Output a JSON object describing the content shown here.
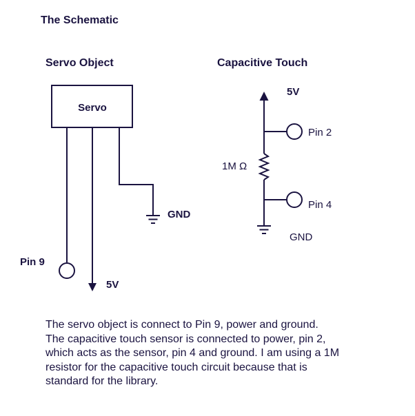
{
  "title": "The Schematic",
  "servo_section": {
    "heading": "Servo Object",
    "box_label": "Servo",
    "gnd_label": "GND",
    "pin_label": "Pin 9",
    "power_label": "5V"
  },
  "touch_section": {
    "heading": "Capacitive Touch",
    "power_label": "5V",
    "pin_top_label": "Pin 2",
    "resistor_label": "1M Ω",
    "pin_bottom_label": "Pin 4",
    "gnd_label": "GND"
  },
  "description": "The servo object is connect to Pin 9, power and ground.\nThe capacitive touch sensor is connected to power, pin 2,\nwhich acts as the sensor, pin 4 and ground. I am using a 1M\nresistor for the capacitive touch circuit because that is\nstandard for the library.",
  "colors": {
    "ink": "#1a1340",
    "background": "#ffffff"
  }
}
